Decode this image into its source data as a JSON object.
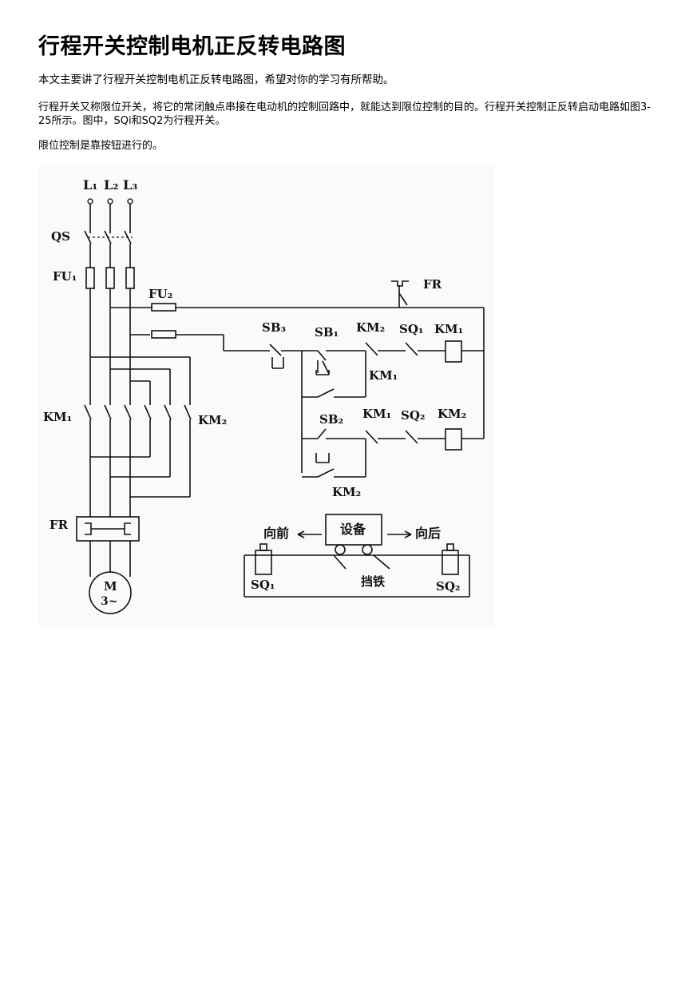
{
  "article": {
    "title": "行程开关控制电机正反转电路图",
    "intro": "本文主要讲了行程开关控制电机正反转电路图，希望对你的学习有所帮助。",
    "body": "行程开关又称限位开关，将它的常闭触点串接在电动机的控制回路中，就能达到限位控制的目的。行程开关控制正反转启动电路如图3-25所示。图中，SQi和SQ2为行程开关。",
    "limit_note": "限位控制是靠按钮进行的。"
  },
  "diagram": {
    "labels": {
      "L1": "L₁",
      "L2": "L₂",
      "L3": "L₃",
      "QS": "QS",
      "FU1": "FU₁",
      "FU2": "FU₂",
      "FR_top": "FR",
      "SB3": "SB₃",
      "SB1": "SB₁",
      "SB2": "SB₂",
      "KM2_contact_top": "KM₂",
      "SQ1_contact": "SQ₁",
      "KM1_coil": "KM₁",
      "KM1_aux": "KM₁",
      "KM1_contact_mid": "KM₁",
      "SQ2_contact": "SQ₂",
      "KM2_coil": "KM₂",
      "KM2_aux": "KM₂",
      "KM1_main": "KM₁",
      "KM2_main": "KM₂",
      "FR_bottom": "FR",
      "motor_M": "M",
      "motor_phase": "3~",
      "forward": "向前",
      "equipment": "设备",
      "backward": "向后",
      "stopper": "挡铁",
      "SQ1_bottom": "SQ₁",
      "SQ2_bottom": "SQ₂"
    }
  }
}
